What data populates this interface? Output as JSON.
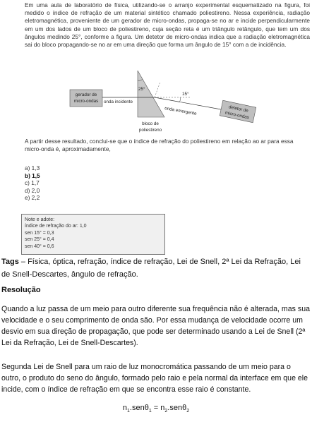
{
  "question": {
    "intro": "Em uma aula de laboratório de física, utilizando-se o arranjo experimental esquematizado na figura, foi medido o índice de refração de um material sintético chamado poliestireno. Nessa experiência, radiação eletromagnética, proveniente de um gerador de micro-ondas, propaga-se no ar e incide perpendicularmente em um dos lados de um bloco de poliestireno, cuja seção reta é um triângulo retângulo, que tem um dos ângulos medindo 25°, conforme a figura. Um detetor de micro-ondas indica que a radiação eletromagnética sai do bloco propagando-se no ar em uma direção que forma um ângulo de 15° com a de incidência.",
    "prompt": "A partir desse resultado, conclui-se que o índice de refração do poliestireno em relação ao ar para essa micro-onda é, aproximadamente,",
    "options": [
      "a) 1,3",
      "b) 1,5",
      "c) 1,7",
      "d) 2,0",
      "e) 2,2"
    ],
    "selected_option": 1
  },
  "figure": {
    "generator": [
      "gerador de",
      "micro-ondas"
    ],
    "incident": "onda incidente",
    "angle_top": "25°",
    "angle_out": "15°",
    "emergent": "onda emergente",
    "block": [
      "bloco de",
      "poliestireno"
    ],
    "detector": [
      "detetor de",
      "micro-ondas"
    ]
  },
  "note": {
    "title": "Note e adote:",
    "lines": [
      "índice de refração do ar: 1,0",
      "sen 15° = 0,3",
      "sen 25° = 0,4",
      "sen 40° = 0,6"
    ]
  },
  "tags": {
    "label": "Tags",
    "text": " – Física, óptica, refração, índice de refração, Lei de Snell, 2ª Lei da Refração, Lei de Snell-Descartes, ângulo de refração."
  },
  "resolution": {
    "heading": "Resolução",
    "p1": "Quando a luz passa de um meio para outro diferente sua frequência não é alterada, mas sua velocidade e o seu comprimento de onda são. Por essa mudança de velocidade ocorre um desvio em sua direção de propagação, que pode ser determinado usando a Lei de Snell (2ª Lei da Refração, Lei de Snell-Descartes).",
    "p2": "Segunda Lei de Snell para um raio de luz monocromática passando de um meio para o outro, o produto do seno do ângulo, formado pelo raio e pela normal da interface em que ele incide, com o índice de refração em que se encontra esse raio é constante.",
    "formula": {
      "n1": "n",
      "s1": "1",
      "mid1": ".senθ",
      "s2": "1",
      "eq": " = n",
      "s3": "2",
      "mid2": ".senθ",
      "s4": "2"
    }
  }
}
